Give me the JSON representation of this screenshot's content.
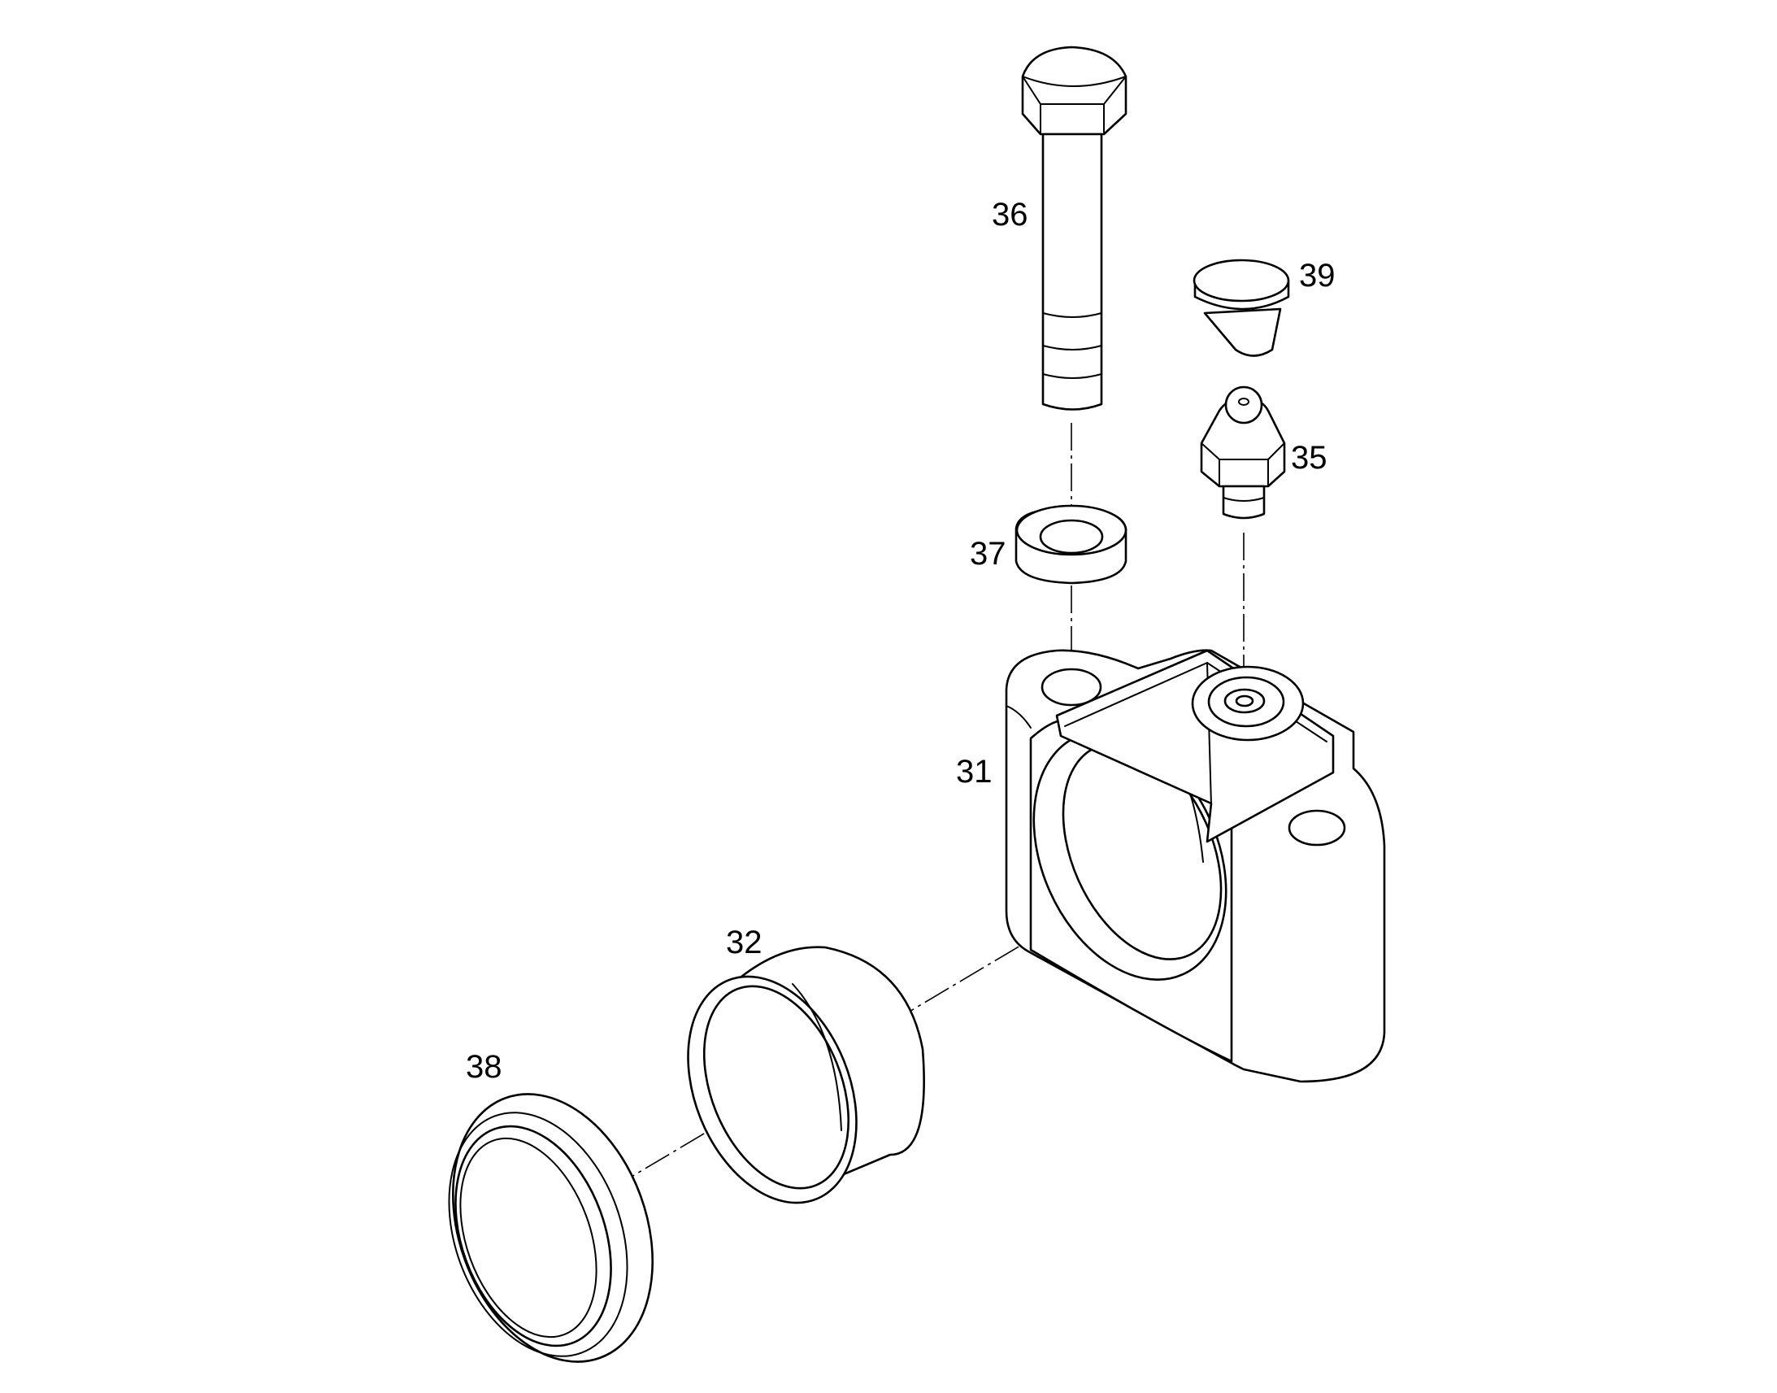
{
  "diagram": {
    "callouts": {
      "p31": "31",
      "p32": "32",
      "p35": "35",
      "p36": "36",
      "p37": "37",
      "p38": "38",
      "p39": "39"
    },
    "colors": {
      "line": "#000000",
      "background": "#ffffff"
    }
  }
}
